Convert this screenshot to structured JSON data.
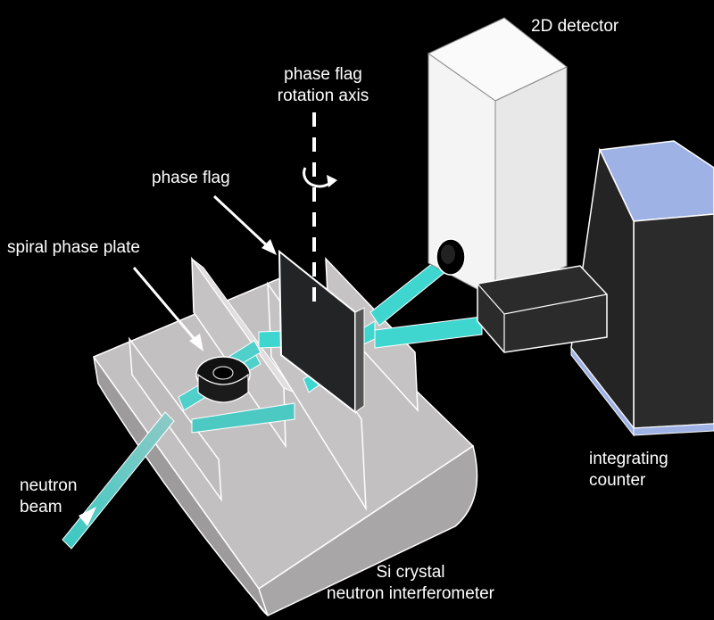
{
  "labels": {
    "detector_2d": "2D detector",
    "rotation_axis_line1": "phase flag",
    "rotation_axis_line2": "rotation axis",
    "phase_flag": "phase flag",
    "spiral_phase_plate": "spiral phase plate",
    "neutron_beam_line1": "neutron",
    "neutron_beam_line2": "beam",
    "integrating_counter_line1": "integrating",
    "integrating_counter_line2": "counter",
    "interferometer_line1": "Si crystal",
    "interferometer_line2": "neutron interferometer"
  },
  "colors": {
    "background": "#000000",
    "beam": "#3fd6cf",
    "crystal": "#bdbabb",
    "detector": "#f2f2f2",
    "counter_top": "#9fb2e6",
    "counter_body": "#2b2b2b"
  }
}
